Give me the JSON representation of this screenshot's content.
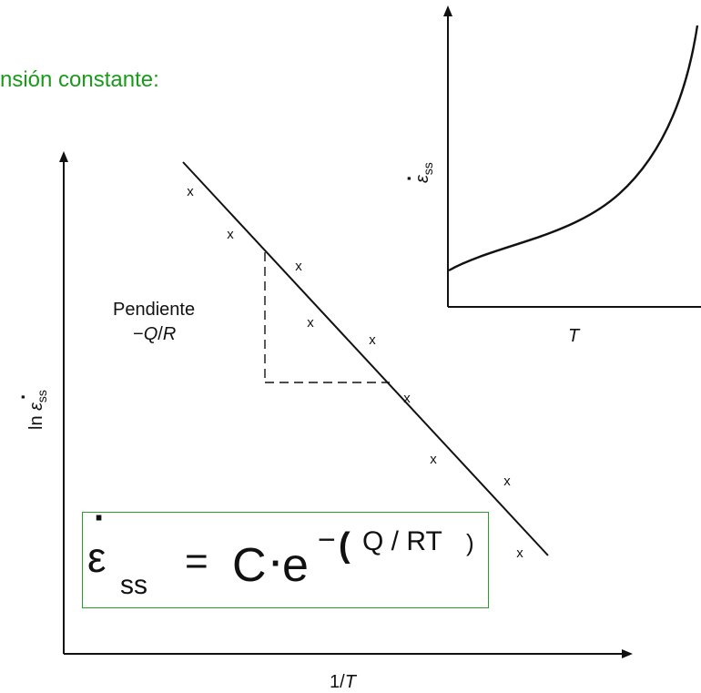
{
  "header": {
    "text": "nsión constante:"
  },
  "main_plot": {
    "xlabel_num": "1/",
    "xlabel_var": "T",
    "ylabel_prefix": "ln ",
    "ylabel_sub": "ss",
    "annotation_line1": "Pendiente",
    "annotation_line2_sign": "−",
    "annotation_line2_Q": "Q",
    "annotation_line2_slash": "/",
    "annotation_line2_R": "R",
    "marker": "x"
  },
  "inset_plot": {
    "xlabel": "T",
    "ylabel_sub": "ss"
  },
  "formula": {
    "sub": "ss",
    "equals": "=",
    "C": "C",
    "dot": "·",
    "e": "e",
    "minus": "−",
    "open": "(",
    "exponent": "Q / RT",
    "close": ")"
  },
  "colors": {
    "header": "#1a9a1a",
    "box_border": "#2e9a2e",
    "ink": "#111111"
  },
  "symbols": {
    "epsilon": "ε",
    "dot_accent": "·"
  }
}
